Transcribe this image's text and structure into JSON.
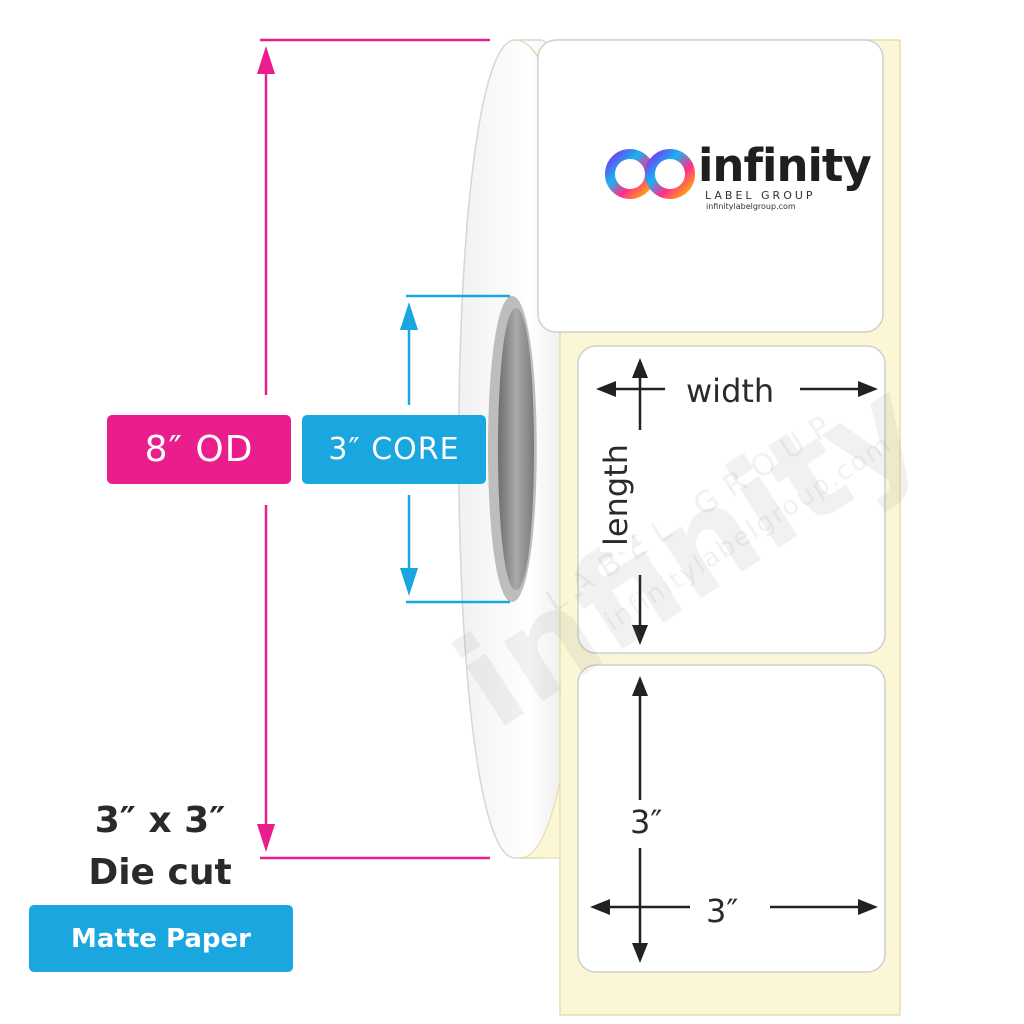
{
  "colors": {
    "od_magenta": "#E91E8C",
    "core_cyan": "#1AA7E0",
    "label_edge": "#cfcfcf",
    "liner": "#FBF6D6",
    "core_gray": "#8c8c8c"
  },
  "badges": {
    "od": "8″ OD",
    "core": "3″ CORE",
    "material": "Matte Paper"
  },
  "spec": {
    "size": "3″ x 3″",
    "cut": "Die cut"
  },
  "logo": {
    "word": "infinity",
    "sub": "LABEL GROUP",
    "url": "infinitylabelgroup.com",
    "icon": "infinity-loop-icon"
  },
  "dimensions": {
    "width_label": "width",
    "length_label": "length",
    "width_value": "3″",
    "length_value": "3″"
  },
  "watermark": {
    "word": "infinity",
    "sub": "LABEL GROUP",
    "url": "infinitylabelgroup.com"
  }
}
